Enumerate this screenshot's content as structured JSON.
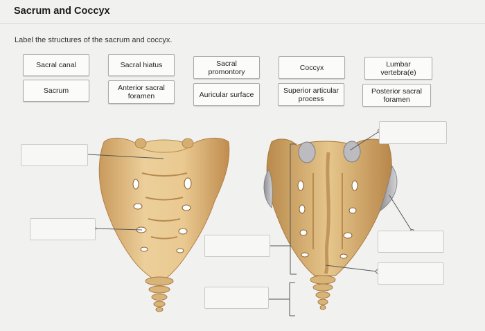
{
  "page": {
    "title": "Sacrum and Coccyx",
    "instructions": "Label the structures of the sacrum and coccyx."
  },
  "terms": [
    {
      "label": "Sacral canal"
    },
    {
      "label": "Sacral hiatus"
    },
    {
      "label": "Sacral promontory"
    },
    {
      "label": "Coccyx"
    },
    {
      "label": "Lumbar vertebra(e)"
    },
    {
      "label": "Sacrum"
    },
    {
      "label": "Anterior sacral foramen"
    },
    {
      "label": "Auricular surface"
    },
    {
      "label": "Superior articular process"
    },
    {
      "label": "Posterior sacral foramen"
    }
  ],
  "colors": {
    "bone": "#e6c68e",
    "bone_shadow": "#c8985a",
    "bone_dark": "#a87840",
    "leader": "#555555"
  }
}
